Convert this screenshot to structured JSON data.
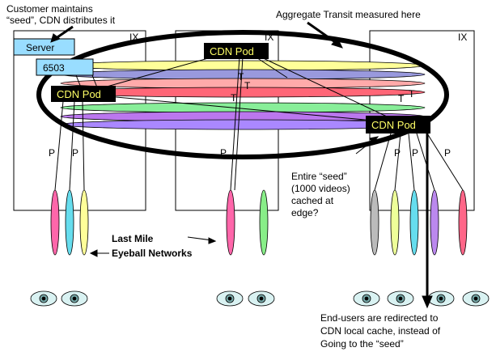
{
  "annotations": {
    "customer_line1": "Customer maintains",
    "customer_line2": "“seed”, CDN distributes it",
    "aggregate": "Aggregate Transit measured here",
    "entire_seed": [
      "Entire “seed”",
      "(1000 videos)",
      "cached at",
      "edge?"
    ],
    "last_mile": [
      "Last Mile",
      "Eyeball Networks"
    ],
    "end_users": [
      "End-users are redirected to",
      "CDN local cache, instead of",
      "Going to the “seed”"
    ]
  },
  "boxes": {
    "ix_label": "IX",
    "server_label": "Server",
    "asn_label": "6503",
    "pod_label": "CDN Pod",
    "peer_label": "P",
    "transit_label": "T"
  },
  "colors": {
    "pod_bg": "#000000",
    "pod_text": "#ffff66",
    "server_bg": "#99ddff",
    "band_colors": [
      "#ffff99",
      "#9999dd",
      "#ffaaaa",
      "#ff6677",
      "#88ee99",
      "#bb77ee",
      "#aa88ff"
    ],
    "eyeball_colors_left": [
      "#ff66aa",
      "#66ddee",
      "#ffff99"
    ],
    "eyeball_colors_middle": [
      "#ff66aa",
      "#88ee88"
    ],
    "eyeball_colors_right": [
      "#bbbbbb",
      "#eeff99",
      "#66ddee",
      "#bb88ee",
      "#ff6688"
    ]
  },
  "icons": [
    "eye-icon",
    "arrow-icon"
  ]
}
